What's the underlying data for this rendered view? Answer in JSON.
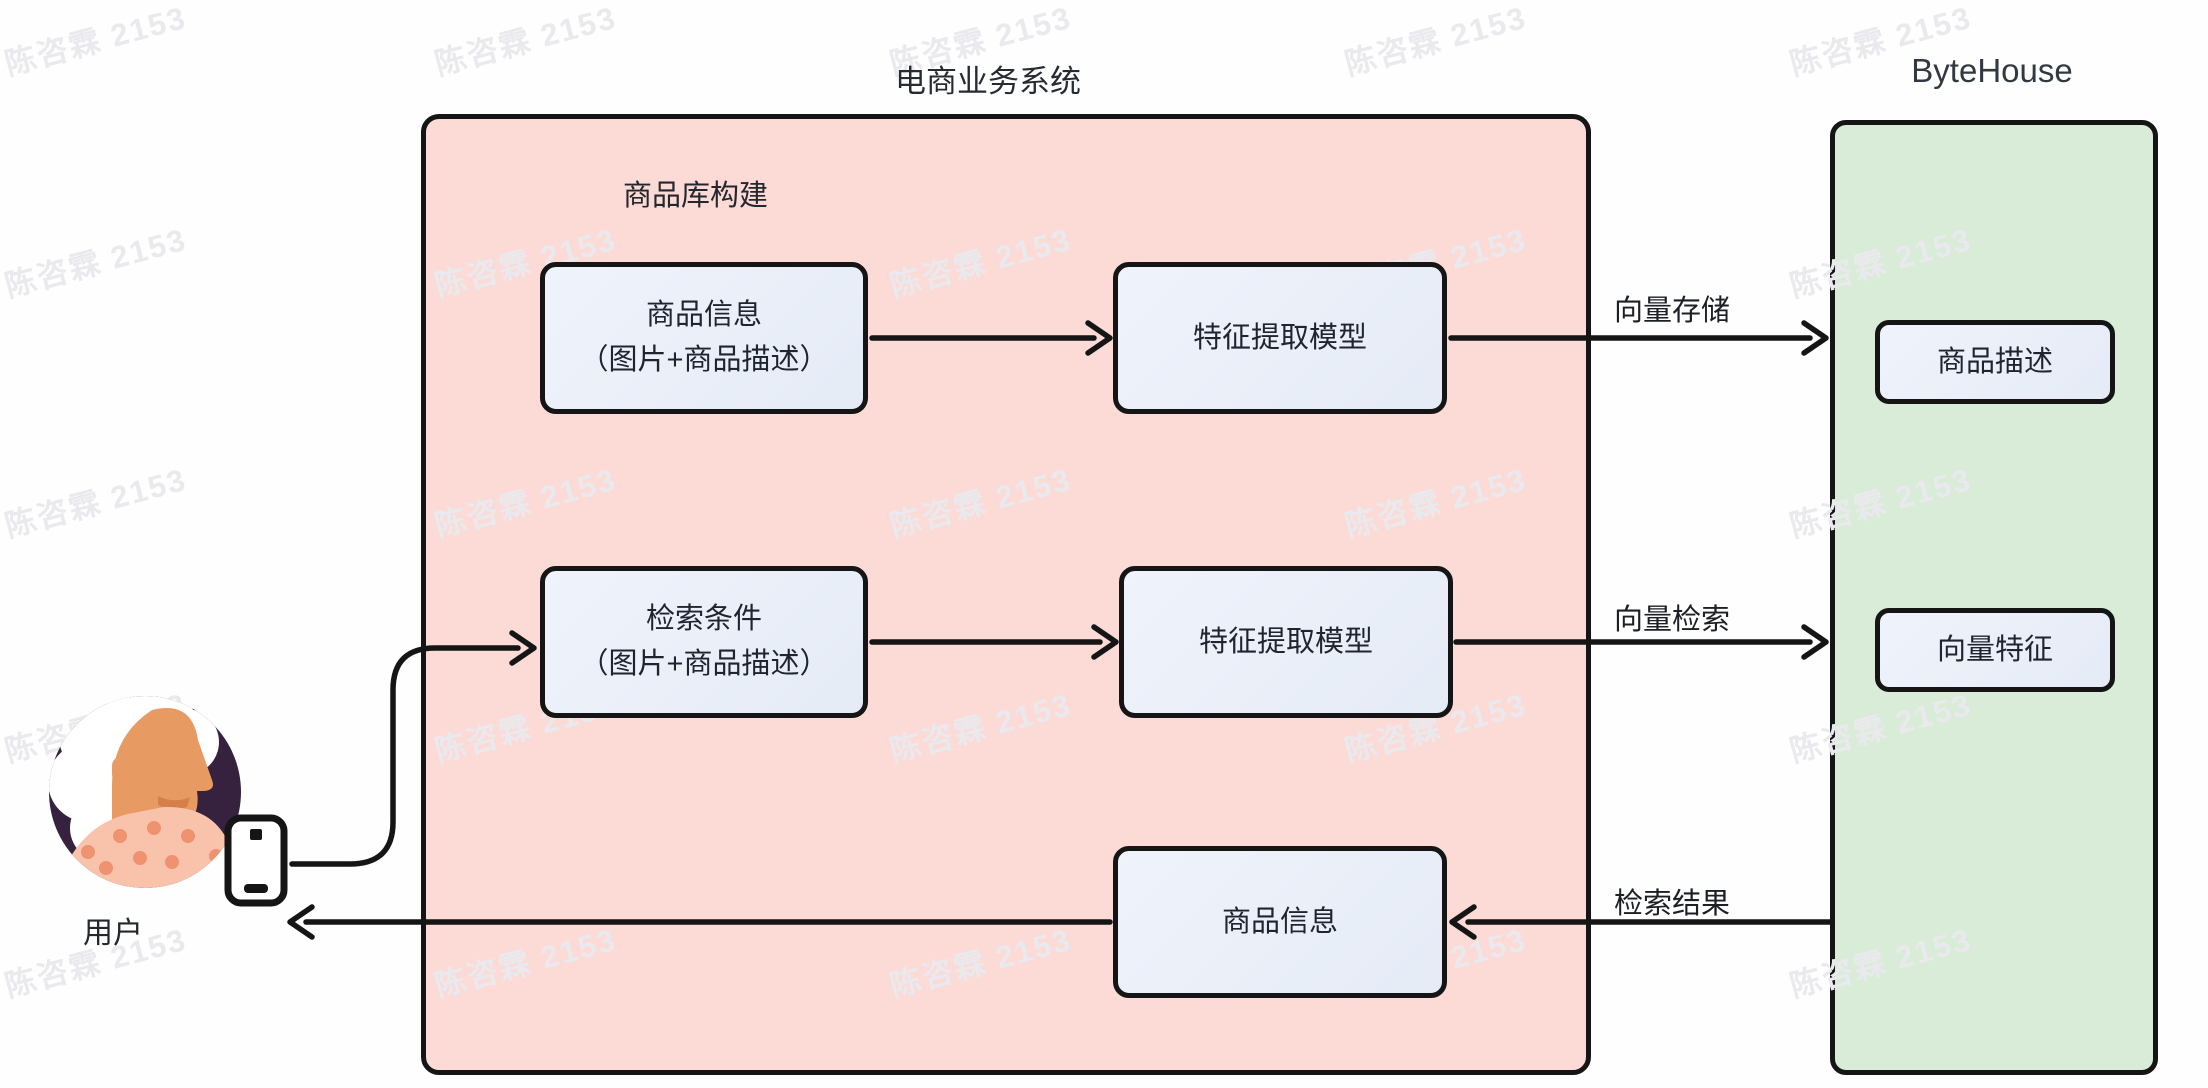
{
  "titles": {
    "system": "电商业务系统",
    "database": "ByteHouse"
  },
  "labels": {
    "product_library": "商品库构建",
    "vector_store": "向量存储",
    "vector_search": "向量检索",
    "search_result": "检索结果",
    "user": "用户"
  },
  "nodes": {
    "product_info": {
      "line1": "商品信息",
      "line2": "（图片+商品描述）"
    },
    "feature_model_1": "特征提取模型",
    "query": {
      "line1": "检索条件",
      "line2": "（图片+商品描述）"
    },
    "feature_model_2": "特征提取模型",
    "result_info": "商品信息",
    "product_description": "商品描述",
    "vector_feature": "向量特征"
  },
  "watermark": {
    "text": "陈咨霖 2153",
    "rotation_deg": -15,
    "grid": {
      "cols": [
        95,
        525,
        980,
        1435,
        1880
      ],
      "rows": [
        38,
        260,
        500,
        725,
        960
      ]
    }
  },
  "colors": {
    "pink_container": "#fcdad6",
    "green_container": "#d9ecd7",
    "node_fill": "#eaeff8",
    "border": "#151515",
    "watermark": "#e9e9ee",
    "avatar_background": "#36213f",
    "avatar_hair": "#ffffff",
    "avatar_skin": "#e79b63",
    "avatar_shirt": "#f9c3ab",
    "avatar_shirt_dots": "#ee9270"
  }
}
